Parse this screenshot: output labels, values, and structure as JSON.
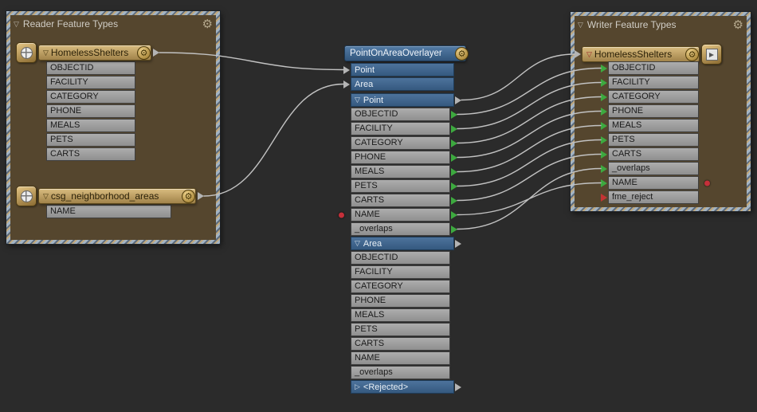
{
  "canvas": {
    "background": "#2b2b2b"
  },
  "colors": {
    "wire": "#c2c2c2",
    "green_arrow": "#3da93f",
    "red_arrow": "#c23434",
    "marker_dot": "#c5303a"
  },
  "glyphs": {
    "collapse_open": "▽",
    "collapse_closed": "▷",
    "gear": "⚙"
  },
  "reader_bookmark": {
    "title": "Reader Feature Types",
    "nodes": [
      {
        "id": "reader-HomelessShelters",
        "title": "HomelessShelters",
        "attributes": [
          "OBJECTID",
          "FACILITY",
          "CATEGORY",
          "PHONE",
          "MEALS",
          "PETS",
          "CARTS"
        ]
      },
      {
        "id": "reader-csg_neighborhood_areas",
        "title": "csg_neighborhood_areas",
        "attributes": [
          "NAME"
        ]
      }
    ]
  },
  "transformer": {
    "title": "PointOnAreaOverlayer",
    "input_ports": [
      "Point",
      "Area"
    ],
    "output_groups": [
      {
        "name": "Point",
        "state": "expanded",
        "attr_arrow": "green",
        "attributes": [
          "OBJECTID",
          "FACILITY",
          "CATEGORY",
          "PHONE",
          "MEALS",
          "PETS",
          "CARTS",
          "NAME",
          "_overlaps"
        ],
        "markers": {
          "NAME": "red-dot-left"
        }
      },
      {
        "name": "Area",
        "state": "expanded",
        "attr_arrow": "none",
        "attributes": [
          "OBJECTID",
          "FACILITY",
          "CATEGORY",
          "PHONE",
          "MEALS",
          "PETS",
          "CARTS",
          "NAME",
          "_overlaps"
        ],
        "markers": {}
      },
      {
        "name": "<Rejected>",
        "state": "collapsed",
        "attr_arrow": "none",
        "attributes": [],
        "markers": {}
      }
    ]
  },
  "writer_bookmark": {
    "title": "Writer Feature Types",
    "node": {
      "id": "writer-HomelessShelters",
      "title": "HomelessShelters",
      "attributes": [
        {
          "name": "OBJECTID",
          "arrow": "green"
        },
        {
          "name": "FACILITY",
          "arrow": "green"
        },
        {
          "name": "CATEGORY",
          "arrow": "green"
        },
        {
          "name": "PHONE",
          "arrow": "green"
        },
        {
          "name": "MEALS",
          "arrow": "green"
        },
        {
          "name": "PETS",
          "arrow": "green"
        },
        {
          "name": "CARTS",
          "arrow": "green"
        },
        {
          "name": "_overlaps",
          "arrow": "green"
        },
        {
          "name": "NAME",
          "arrow": "green",
          "marker": "red-dot-right"
        },
        {
          "name": "fme_reject",
          "arrow": "red"
        }
      ]
    }
  },
  "connections": [
    {
      "from": "port-reader-HomelessShelters-out",
      "to": "port-t-in-Point"
    },
    {
      "from": "port-reader-csg_neighborhood_areas-out",
      "to": "port-t-in-Area"
    },
    {
      "from": "port-t-out-Point",
      "to": "port-writer-in"
    },
    {
      "from": "port-t-attr-OBJECTID",
      "to": "port-w-attr-OBJECTID"
    },
    {
      "from": "port-t-attr-FACILITY",
      "to": "port-w-attr-FACILITY"
    },
    {
      "from": "port-t-attr-CATEGORY",
      "to": "port-w-attr-CATEGORY"
    },
    {
      "from": "port-t-attr-PHONE",
      "to": "port-w-attr-PHONE"
    },
    {
      "from": "port-t-attr-MEALS",
      "to": "port-w-attr-MEALS"
    },
    {
      "from": "port-t-attr-PETS",
      "to": "port-w-attr-PETS"
    },
    {
      "from": "port-t-attr-CARTS",
      "to": "port-w-attr-CARTS"
    },
    {
      "from": "port-t-attr-NAME",
      "to": "port-w-attr-NAME"
    },
    {
      "from": "port-t-attr-_overlaps",
      "to": "port-w-attr-_overlaps"
    }
  ]
}
